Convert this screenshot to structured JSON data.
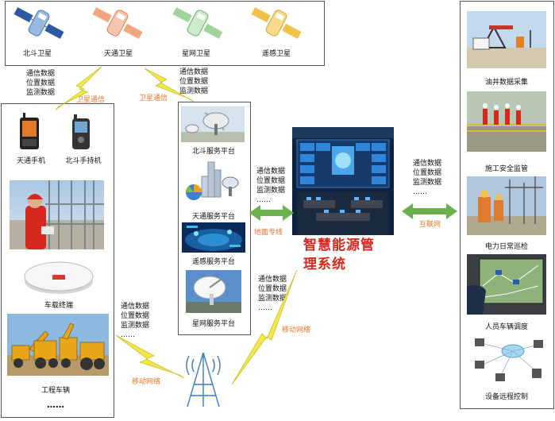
{
  "satellites": [
    {
      "label": "北斗卫星",
      "color": "#4a7fc0"
    },
    {
      "label": "天通卫星",
      "color": "#ee8a6a"
    },
    {
      "label": "星网卫星",
      "color": "#7bc27a"
    },
    {
      "label": "遥感卫星",
      "color": "#e6b83a"
    }
  ],
  "data_items": {
    "comm": "通信数据",
    "pos": "位置数据",
    "mon": "监测数据",
    "dots": "……"
  },
  "links": {
    "sat_left": "卫星通信",
    "sat_mid": "卫星通信",
    "ground": "地面专线",
    "internet": "互联网",
    "mobile_left": "移动网络",
    "mobile_right": "移动网络"
  },
  "left_panel": {
    "tiantong_phone": "天通手机",
    "beidou_handheld": "北斗手持机",
    "vehicle_terminal": "车载终端",
    "engineering_vehicle": "工程车辆",
    "more": "……"
  },
  "platforms": [
    "北斗服务平台",
    "天通服务平台",
    "遥感服务平台",
    "星网服务平台"
  ],
  "system_title": "智慧能源管理系统",
  "system_title_line1": "智慧能源管",
  "system_title_line2": "理系统",
  "applications": [
    "油井数据采集",
    "施工安全监管",
    "电力日常巡检",
    "人员车辆调度",
    "设备远程控制"
  ],
  "colors": {
    "accent_orange": "#e8742a",
    "title_red": "#d9261c",
    "arrow_green": "#6ab04c",
    "lightning": "#f2e84a"
  }
}
